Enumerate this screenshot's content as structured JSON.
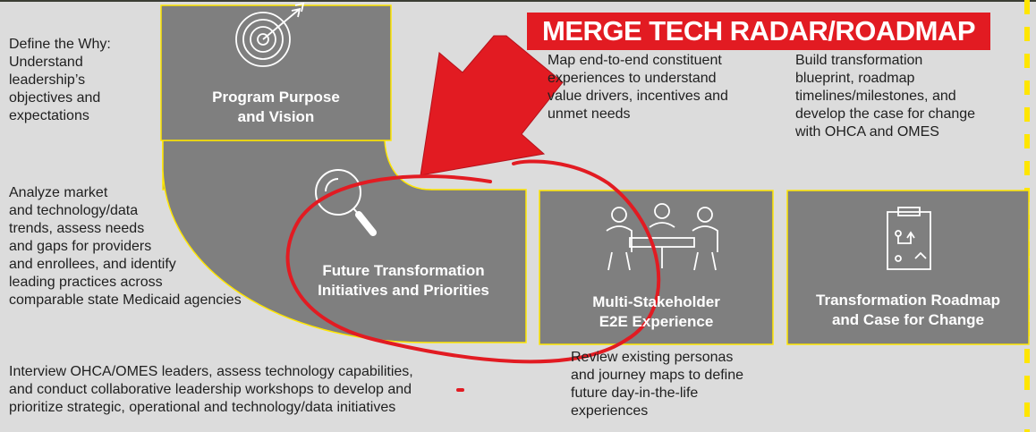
{
  "colors": {
    "panel": "#dcdcdc",
    "box": "#7f7f7f",
    "outline": "#ffe600",
    "annotation_red": "#e21b22",
    "photo_bg": "#3b3e34"
  },
  "banner": {
    "text": "MERGE TECH RADAR/ROADMAP"
  },
  "steps": [
    {
      "title": "Program Purpose\nand Vision",
      "icon": "target-icon",
      "description": "Define the Why:\nUnderstand\nleadership’s\nobjectives and\nexpectations"
    },
    {
      "title": "Future Transformation\nInitiatives and Priorities",
      "icon": "magnifier-icon",
      "description": "Analyze market\nand technology/data\ntrends, assess needs\nand gaps for providers\nand enrollees, and identify\nleading practices across\ncomparable state Medicaid agencies",
      "description_2": "Interview OHCA/OMES leaders, assess technology capabilities,\nand conduct collaborative leadership workshops to develop and\nprioritize strategic, operational and technology/data initiatives"
    },
    {
      "title": "Multi-Stakeholder\nE2E Experience",
      "icon": "meeting-icon",
      "description": "Map end-to-end constituent\nexperiences to understand\nvalue drivers, incentives and\nunmet needs",
      "description_2": "Review existing personas\nand journey maps to define\nfuture day-in-the-life\nexperiences"
    },
    {
      "title": "Transformation Roadmap\nand Case for Change",
      "icon": "clipboard-plan-icon",
      "description": "Build transformation\nblueprint, roadmap\ntimelines/milestones, and\ndevelop the case for change\nwith OHCA and OMES"
    }
  ]
}
